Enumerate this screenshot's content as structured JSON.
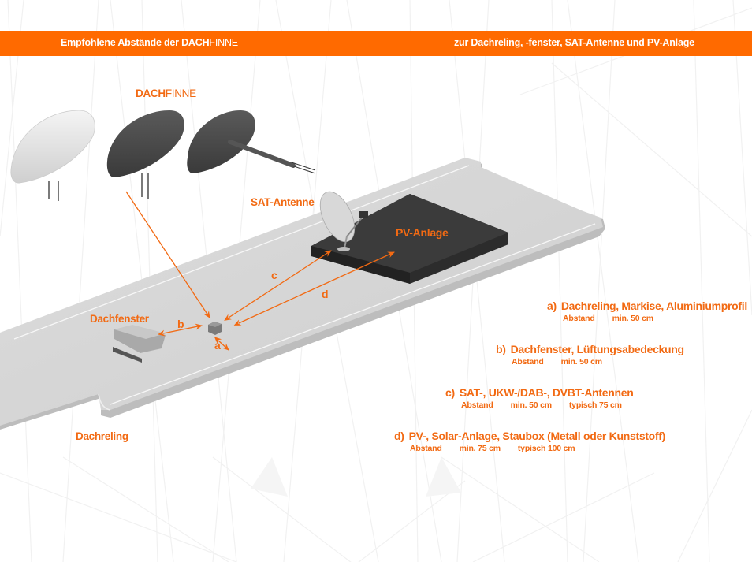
{
  "banner": {
    "left_prefix": "Empfohlene Abstände der ",
    "left_brand_bold": "DACH",
    "left_brand_thin": "FINNE",
    "right": "zur Dachreling, -fenster, SAT-Antenne und PV-Anlage"
  },
  "labels": {
    "product_bold": "DACH",
    "product_thin": "FINNE",
    "sat_antenne": "SAT-Antenne",
    "pv_anlage": "PV-Anlage",
    "dachfenster": "Dachfenster",
    "dachreling": "Dachreling"
  },
  "dimension_markers": [
    "a",
    "b",
    "c",
    "d"
  ],
  "colors": {
    "accent": "#ff6a00",
    "text_accent": "#f26a13",
    "roof": "#d3d3d3",
    "pv_panel": "#3a3a3a",
    "fin_white": "#e6e6e6",
    "fin_dark": "#4a4a4a"
  },
  "legend": [
    {
      "key": "a)",
      "title": "Dachreling, Markise, Aluminiumprofil",
      "label": "Abstand",
      "min": "min. 50 cm",
      "typical": ""
    },
    {
      "key": "b)",
      "title": "Dachfenster, Lüftungsabedeckung",
      "label": "Abstand",
      "min": "min. 50 cm",
      "typical": ""
    },
    {
      "key": "c)",
      "title": "SAT-, UKW-/DAB-, DVBT-Antennen",
      "label": "Abstand",
      "min": "min. 50 cm",
      "typical": "typisch 75 cm"
    },
    {
      "key": "d)",
      "title": "PV-, Solar-Anlage, Staubox (Metall oder Kunststoff)",
      "label": "Abstand",
      "min": "min. 75 cm",
      "typical": "typisch 100 cm"
    }
  ]
}
